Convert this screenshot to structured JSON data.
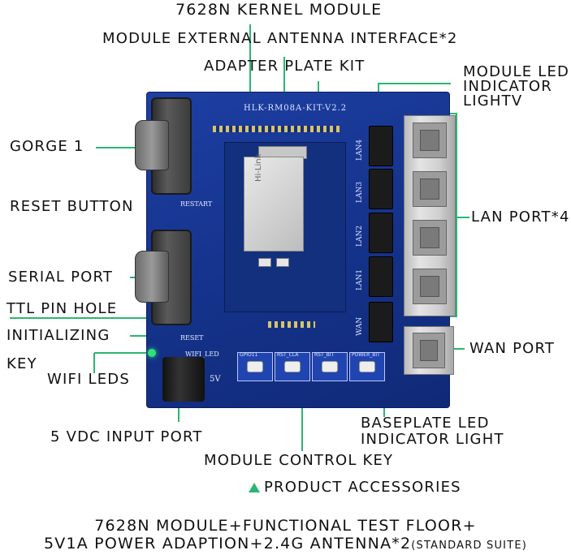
{
  "labels": {
    "kernel_module": "7628N KERNEL MODULE",
    "external_antenna": "MODULE EXTERNAL ANTENNA INTERFACE*2",
    "adapter_plate": "ADAPTER PLATE KIT",
    "module_led_1": "MODULE LED",
    "module_led_2": "INDICATOR",
    "module_led_3": "LIGHTV",
    "gorge": "GORGE 1",
    "reset_button": "RESET BUTTON",
    "serial_port": "SERIAL PORT",
    "ttl_pin_hole": "TTL PIN HOLE",
    "initializing": "INITIALIZING",
    "key": "KEY",
    "wifi_leds": "WIFI LEDS",
    "lan_port": "LAN PORT*4",
    "wan_port": "WAN PORT",
    "input_port": "5 VDC INPUT PORT",
    "baseplate_led_1": "BASEPLATE LED",
    "baseplate_led_2": "INDICATOR LIGHT",
    "module_control_key": "MODULE CONTROL KEY",
    "product_accessories": "PRODUCT ACCESSORIES"
  },
  "board": {
    "title": "HLK-RM08A-KIT-V2.2",
    "restart": "RESTART",
    "reset": "RESET",
    "wifi_led": "WIFI_LED",
    "five_v": "5V",
    "lan4": "LAN4",
    "lan3": "LAN3",
    "lan2": "LAN2",
    "lan1": "LAN1",
    "wan": "WAN",
    "module_logo": "Hi-Link",
    "keys": [
      "GPIO11",
      "RST_CLA",
      "RST_BIT",
      "POWER_BIT"
    ]
  },
  "caption": {
    "line1": "7628N MODULE+FUNCTIONAL TEST FLOOR+",
    "line2_main": "5V1A POWER ADAPTION+2.4G ANTENNA*2",
    "line2_small": "(STANDARD SUITE)"
  },
  "colors": {
    "accent": "#2ab673",
    "board": "#1a3a9a"
  }
}
